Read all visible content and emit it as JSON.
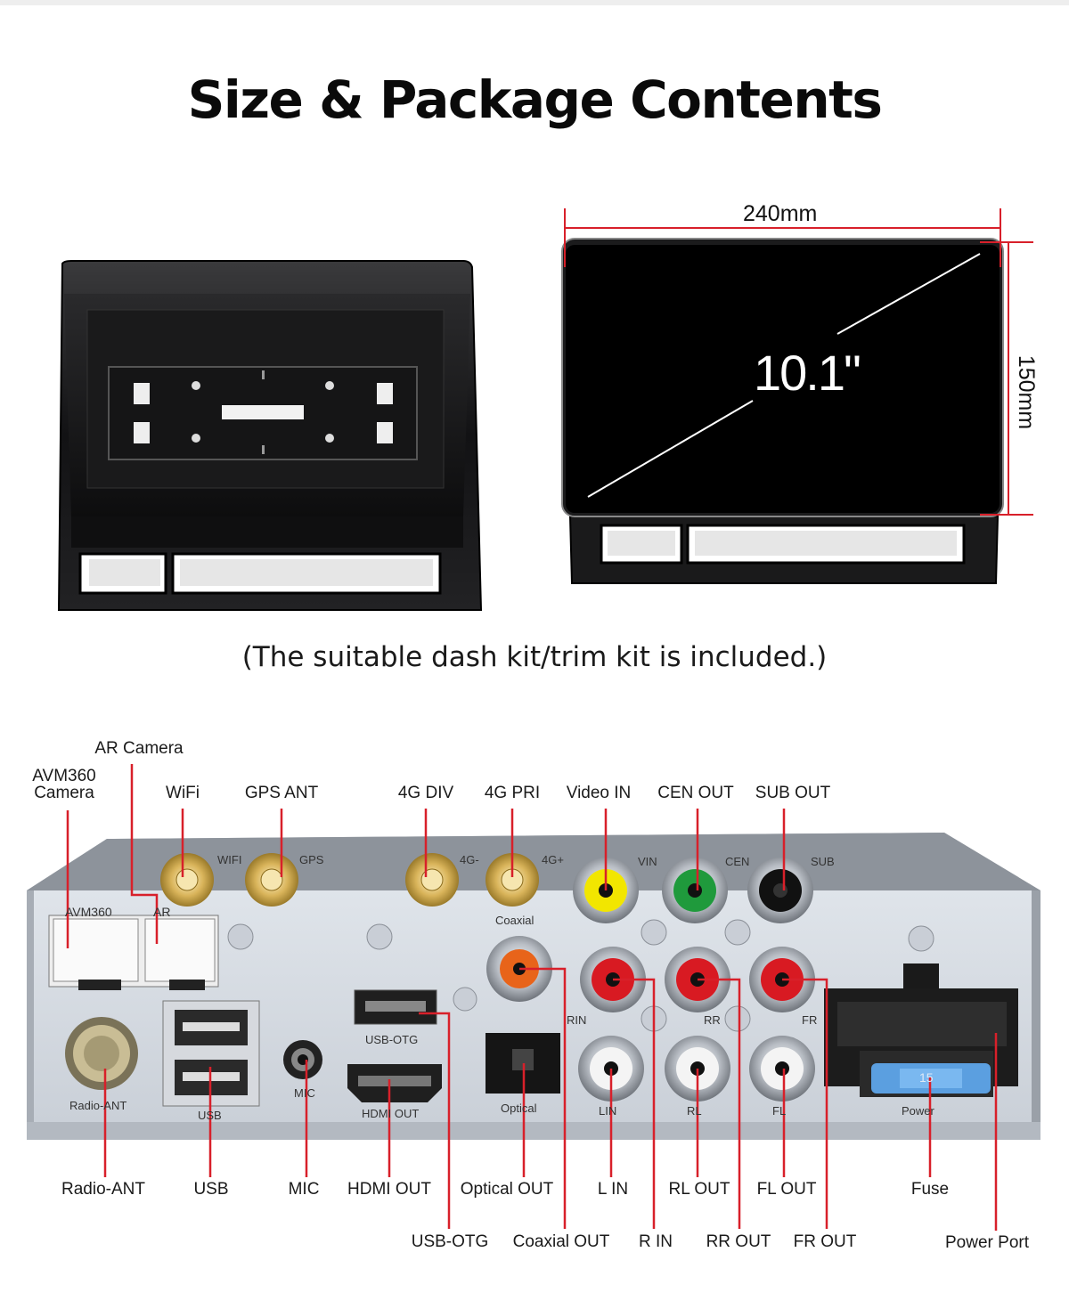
{
  "title": "Size & Package Contents",
  "note": "(The suitable dash kit/trim kit is included.)",
  "dimensions": {
    "width": "240mm",
    "height": "150mm",
    "diagonal": "10.1\""
  },
  "unit_silkscreen": {
    "avm": "AVM360",
    "ar": "AR",
    "wifi": "WIFI",
    "gps": "GPS",
    "g4minus": "4G-",
    "g4plus": "4G+",
    "vin": "VIN",
    "cen": "CEN",
    "sub": "SUB",
    "coaxial": "Coaxial",
    "rin": "RIN",
    "rr": "RR",
    "fr": "FR",
    "usbotg": "USB-OTG",
    "hdmi": "HDMI OUT",
    "optical": "Optical",
    "lin": "LIN",
    "rl": "RL",
    "fl": "FL",
    "power": "Power",
    "radio": "Radio-ANT",
    "usb": "USB",
    "mic": "MIC",
    "fuse": "15"
  },
  "callouts": {
    "ar_camera": "AR Camera",
    "avm360_camera": "AVM360\nCamera",
    "wifi": "WiFi",
    "gps_ant": "GPS ANT",
    "g4_div": "4G DIV",
    "g4_pri": "4G PRI",
    "video_in": "Video IN",
    "cen_out": "CEN OUT",
    "sub_out": "SUB OUT",
    "radio_ant": "Radio-ANT",
    "usb": "USB",
    "mic": "MIC",
    "hdmi_out": "HDMI OUT",
    "optical_out": "Optical OUT",
    "l_in": "L IN",
    "rl_out": "RL OUT",
    "fl_out": "FL OUT",
    "fuse": "Fuse",
    "usb_otg": "USB-OTG",
    "coaxial_out": "Coaxial OUT",
    "r_in": "R IN",
    "rr_out": "RR OUT",
    "fr_out": "FR OUT",
    "power_port": "Power Port"
  },
  "colors": {
    "callout_line": "#d8202a",
    "dimension_line": "#d8202a",
    "rca_yellow": "#f2e600",
    "rca_green": "#1f9a3c",
    "rca_red": "#d81a22",
    "rca_white": "#f4f4f4",
    "rca_orange": "#e8641a",
    "fuse_blue": "#5b9fe0"
  }
}
